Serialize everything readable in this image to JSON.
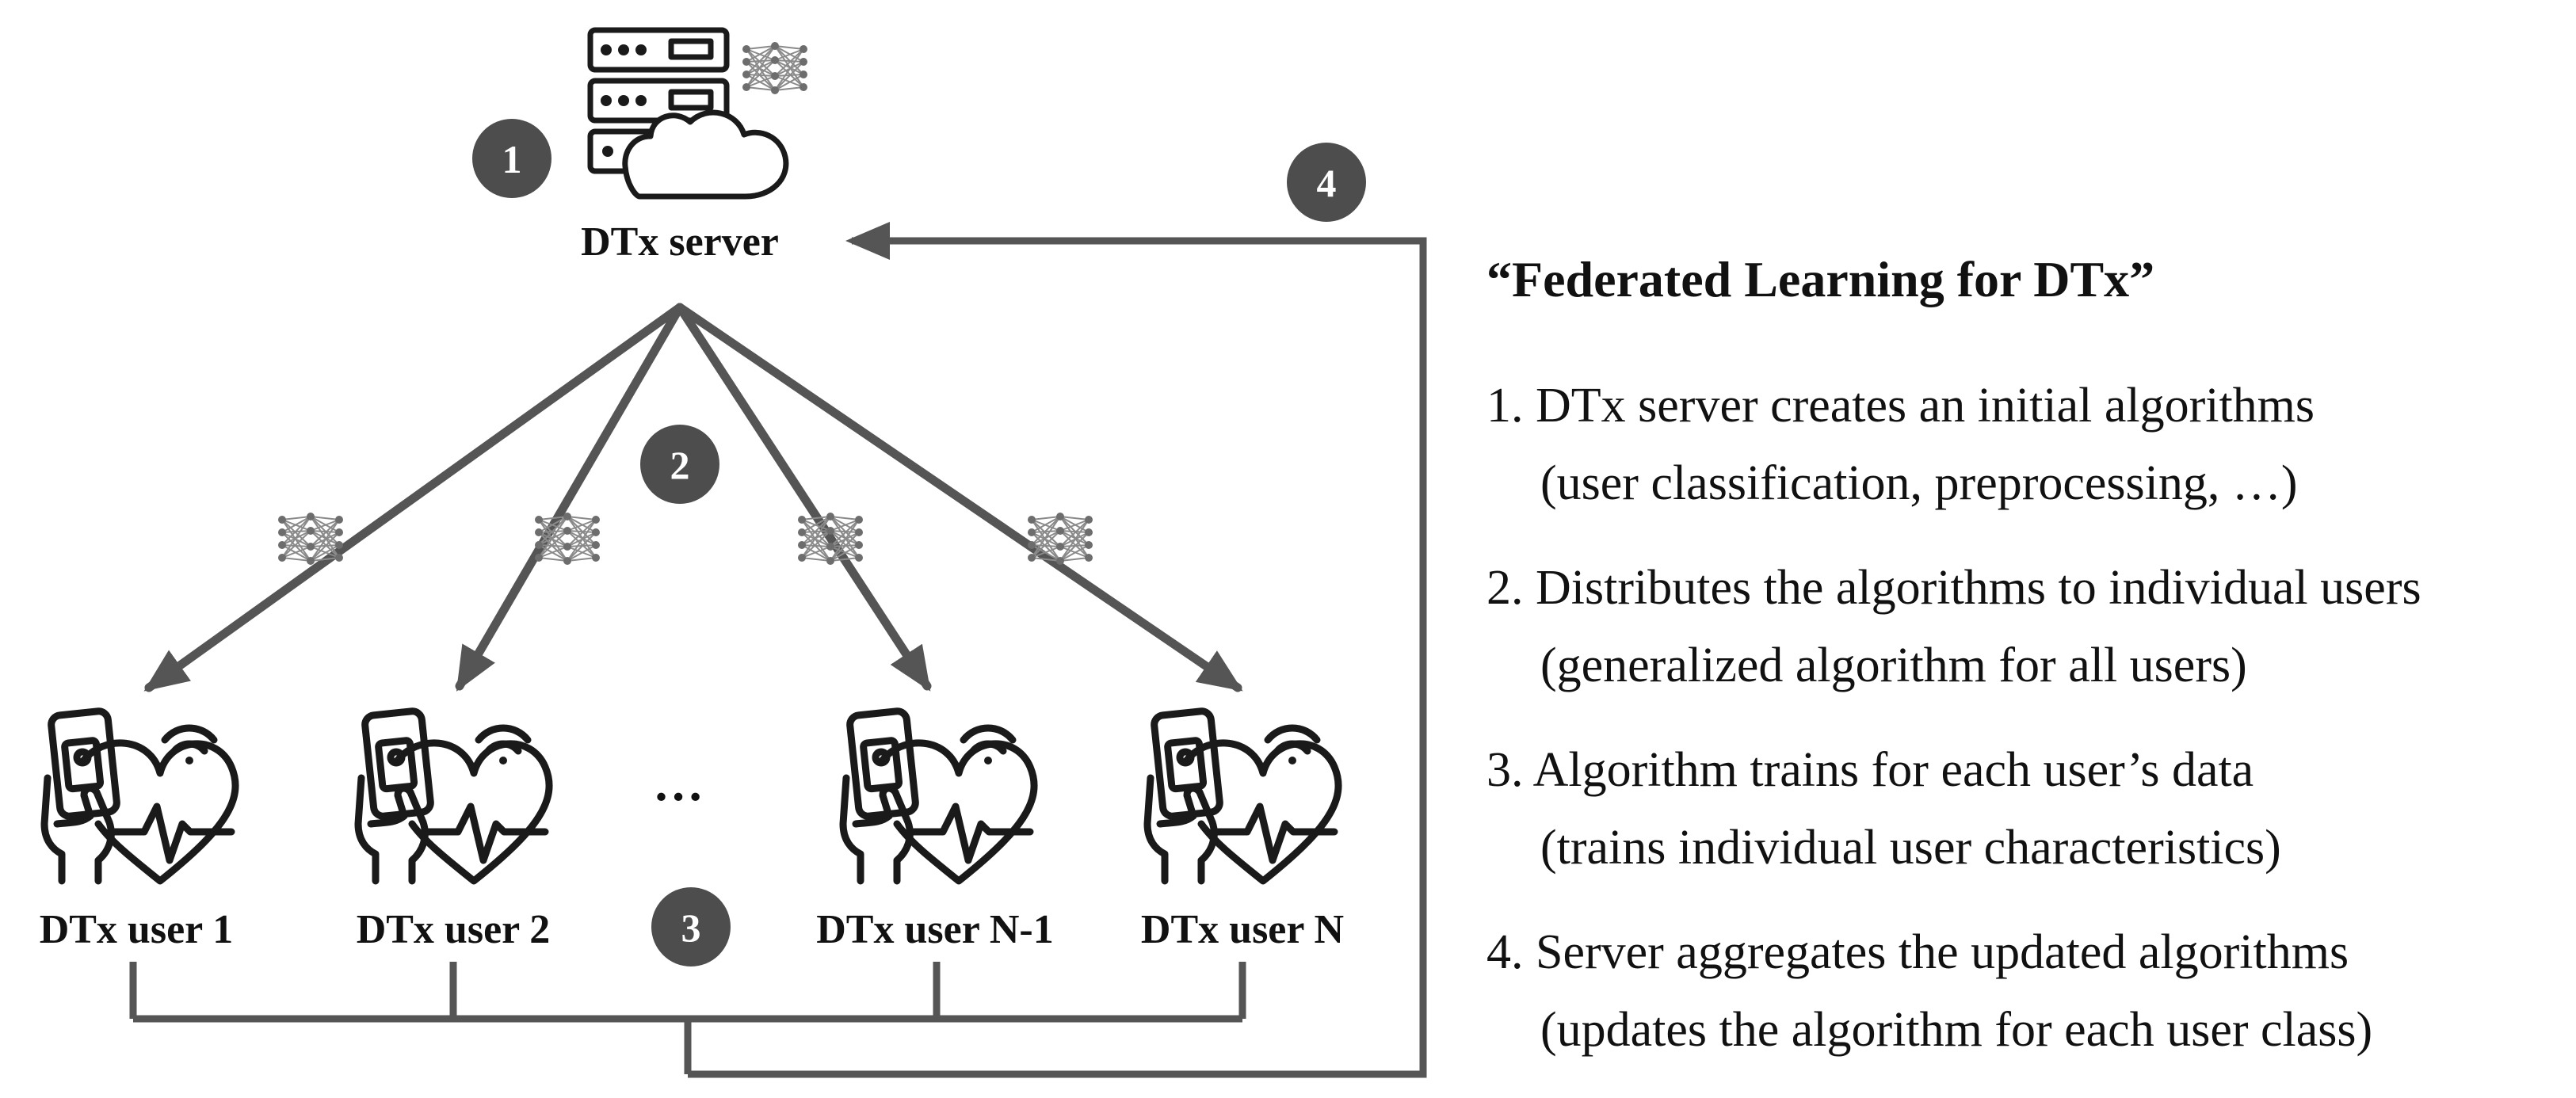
{
  "server": {
    "label": "DTx server",
    "icon": "server-cloud-icon"
  },
  "users": [
    {
      "label": "DTx user 1",
      "icon": "user-device-heart-icon"
    },
    {
      "label": "DTx user 2",
      "icon": "user-device-heart-icon"
    },
    {
      "label": "DTx user N-1",
      "icon": "user-device-heart-icon"
    },
    {
      "label": "DTx user N",
      "icon": "user-device-heart-icon"
    }
  ],
  "ellipsis": "…",
  "steps": [
    "1",
    "2",
    "3",
    "4"
  ],
  "panel": {
    "title": "“Federated Learning for DTx”",
    "items": [
      {
        "line1": "1. DTx server creates an initial algorithms",
        "line2": "(user classification, preprocessing, …)"
      },
      {
        "line1": "2. Distributes the algorithms to individual users",
        "line2": "(generalized algorithm for all users)"
      },
      {
        "line1": "3. Algorithm trains for each user’s data",
        "line2": "(trains individual user characteristics)"
      },
      {
        "line1": "4. Server aggregates the updated algorithms",
        "line2": "(updates the algorithm for each user class)"
      }
    ]
  },
  "colors": {
    "connector": "#555555",
    "badge": "#4d4d4d",
    "icon": "#1a1a1a",
    "network": "#7a7a7a"
  },
  "icons": {
    "model": "neural-network-icon",
    "badge": "step-badge"
  }
}
